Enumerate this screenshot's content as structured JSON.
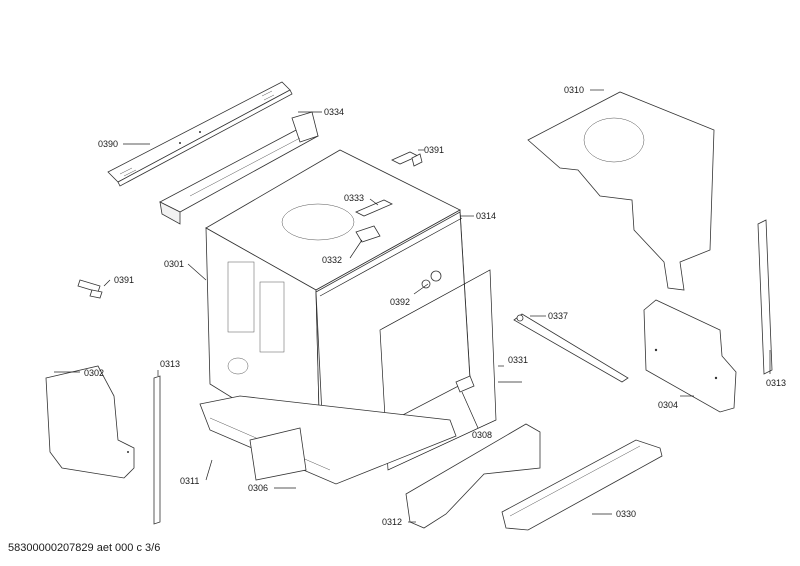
{
  "labels": {
    "p0390": "0390",
    "p0334": "0334",
    "p0391a": "0391",
    "p0391b": "0391",
    "p0333": "0333",
    "p0314": "0314",
    "p0332": "0332",
    "p0301": "0301",
    "p0392": "0392",
    "p0310": "0310",
    "p0337": "0337",
    "p0302": "0302",
    "p0313a": "0313",
    "p0331": "0331",
    "p0304": "0304",
    "p0313b": "0313",
    "p0308": "0308",
    "p0311": "0311",
    "p0306": "0306",
    "p0312": "0312",
    "p0330": "0330"
  },
  "footer": "58300000207829 aet 000 c 3/6"
}
